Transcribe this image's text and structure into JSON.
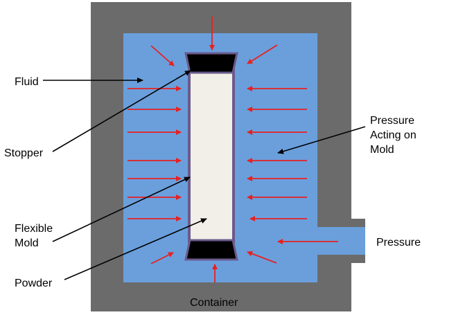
{
  "labels": {
    "fluid": "Fluid",
    "stopper": "Stopper",
    "flexible_mold": [
      "Flexible",
      "Mold"
    ],
    "powder": "Powder",
    "pressure_acting": [
      "Pressure",
      "Acting on",
      "Mold"
    ],
    "pressure": "Pressure",
    "container": "Container"
  },
  "colors": {
    "container": "#6b6b6b",
    "fluid": "#6a9fdc",
    "mold_outline": "#6a5a8c",
    "powder": "#f1efe8",
    "stopper": "#000000",
    "pressure_arrow": "#e82020",
    "pointer": "#000000"
  }
}
